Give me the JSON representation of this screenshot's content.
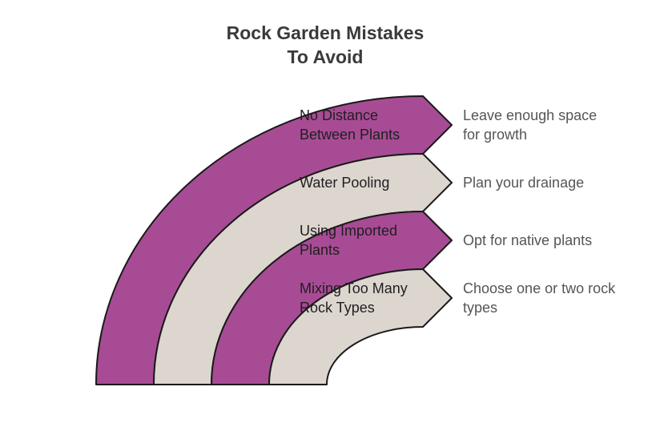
{
  "title": {
    "line1": "Rock Garden Mistakes",
    "line2": "To Avoid"
  },
  "colors": {
    "purple": "#a84b95",
    "beige": "#ddd6cf",
    "stroke": "#1a1a1a",
    "title": "#3a3a3a",
    "label": "#1f1f1f",
    "description": "#555555"
  },
  "items": [
    {
      "label_lines": [
        "No Distance",
        "Between Plants"
      ],
      "description_lines": [
        "Leave enough space",
        "for growth"
      ],
      "color": "purple"
    },
    {
      "label_lines": [
        "Water Pooling"
      ],
      "description_lines": [
        "Plan your drainage"
      ],
      "color": "beige"
    },
    {
      "label_lines": [
        "Using Imported",
        "Plants"
      ],
      "description_lines": [
        "Opt for native plants"
      ],
      "color": "purple"
    },
    {
      "label_lines": [
        "Mixing Too Many",
        "Rock Types"
      ],
      "description_lines": [
        "Choose one or two rock",
        "types"
      ],
      "color": "beige"
    }
  ]
}
